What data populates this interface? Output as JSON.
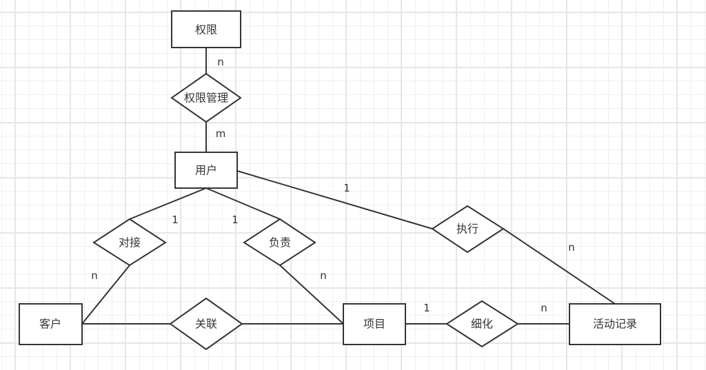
{
  "diagram": {
    "type": "ER diagram",
    "entities": [
      {
        "id": "quanxian",
        "label": "权限"
      },
      {
        "id": "yonghu",
        "label": "用户"
      },
      {
        "id": "kehu",
        "label": "客户"
      },
      {
        "id": "xiangmu",
        "label": "项目"
      },
      {
        "id": "huodongjilu",
        "label": "活动记录"
      }
    ],
    "relationships": [
      {
        "id": "quanxianguanli",
        "label": "权限管理"
      },
      {
        "id": "duijie",
        "label": "对接"
      },
      {
        "id": "fuze",
        "label": "负责"
      },
      {
        "id": "zhixing",
        "label": "执行"
      },
      {
        "id": "guanlian",
        "label": "关联"
      },
      {
        "id": "xihua",
        "label": "细化"
      }
    ],
    "cardinalities": {
      "quanxian_quanxianguanli": "n",
      "yonghu_quanxianguanli": "m",
      "yonghu_zhixing": "1",
      "yonghu_duijie": "1",
      "yonghu_fuze": "1",
      "kehu_duijie": "n",
      "xiangmu_fuze": "n",
      "huodongjilu_zhixing": "n",
      "xiangmu_xihua": "1",
      "huodongjilu_xihua": "n"
    }
  }
}
